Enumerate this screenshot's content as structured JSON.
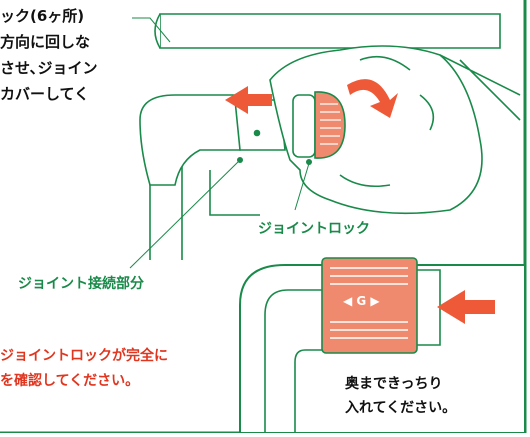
{
  "callout_top": {
    "line1": "ック(6ヶ所)",
    "line2": "方向に回しな",
    "line3": "させ､ジョイン",
    "line4": "カバーしてく"
  },
  "labels": {
    "joint_lock": "ジョイントロック",
    "joint_connection": "ジョイント接続部分",
    "lock_symbol": "◀ G ▶"
  },
  "warning": {
    "line1": "ジョイントロックが完全に",
    "line2": "を確認してください。"
  },
  "inset_note": {
    "line1": "奥まできっちり",
    "line2": "入れてください。"
  },
  "colors": {
    "green": "#1a8a4a",
    "orange": "#f08a6e",
    "red_arrow": "#ee5a38",
    "warning_red": "#e0361f"
  }
}
